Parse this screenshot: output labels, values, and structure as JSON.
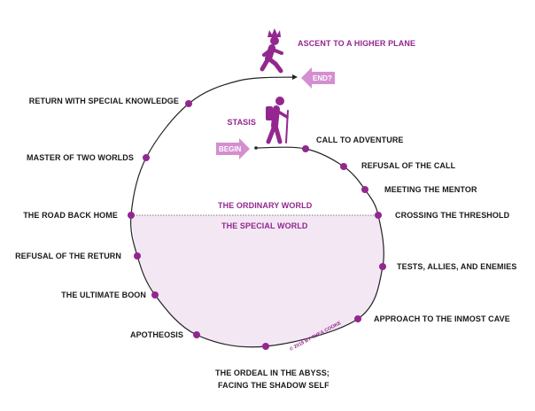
{
  "colors": {
    "accent": "#93278f",
    "arrow": "#d38fd0",
    "fill": "#f4e7f4",
    "line": "#222222"
  },
  "top": {
    "ascent": "ASCENT TO A HIGHER PLANE",
    "end": "END?",
    "stasis": "STASIS",
    "begin": "BEGIN"
  },
  "worlds": {
    "ordinary": "THE ORDINARY WORLD",
    "special": "THE SPECIAL WORLD"
  },
  "stages": [
    "CALL TO ADVENTURE",
    "REFUSAL OF THE CALL",
    "MEETING THE MENTOR",
    "CROSSING THE THRESHOLD",
    "TESTS, ALLIES, AND ENEMIES",
    "APPROACH TO THE INMOST CAVE",
    "THE ORDEAL IN THE ABYSS;",
    "FACING THE SHADOW SELF",
    "APOTHEOSIS",
    "THE ULTIMATE BOON",
    "REFUSAL OF THE RETURN",
    "THE ROAD BACK HOME",
    "MASTER OF TWO WORLDS",
    "RETURN WITH SPECIAL KNOWLEDGE"
  ],
  "copyright": "© 2019 BY THEA COOKE"
}
